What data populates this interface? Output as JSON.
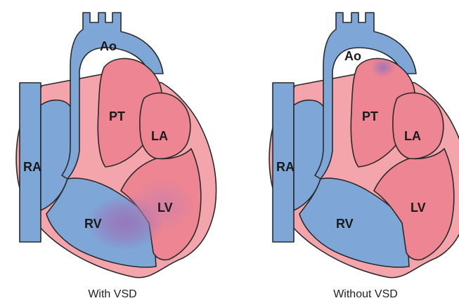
{
  "colors": {
    "deoxygenated": "#7ea7d8",
    "oxygenated": "#ee8592",
    "wall": "#f4a5ac",
    "mixed": "#9b73b8",
    "outline": "#2a2a2a"
  },
  "panels": [
    {
      "caption": "With VSD",
      "labels": {
        "ao": "Ao",
        "pt": "PT",
        "la": "LA",
        "ra": "RA",
        "rv": "RV",
        "lv": "LV"
      }
    },
    {
      "caption": "Without VSD",
      "labels": {
        "ao": "Ao",
        "pt": "PT",
        "la": "LA",
        "ra": "RA",
        "rv": "RV",
        "lv": "LV"
      }
    }
  ]
}
